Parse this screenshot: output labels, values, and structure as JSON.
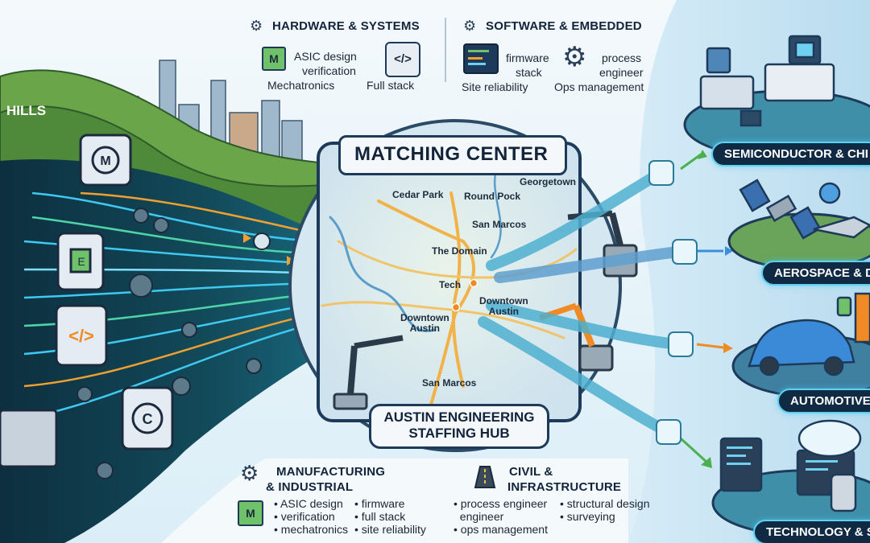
{
  "title": "",
  "left_panel": {
    "label": "HILLS"
  },
  "top_categories": [
    {
      "title": "HARDWARE & SYSTEMS",
      "items": [
        "ASIC design",
        "verification",
        "Mechatronics",
        "Full stack"
      ]
    },
    {
      "title": "SOFTWARE & EMBEDDED",
      "items": [
        "firmware",
        "stack",
        "Site reliability",
        "process",
        "engineer",
        "Ops management"
      ]
    }
  ],
  "center": {
    "title": "MATCHING CENTER",
    "map_labels": {
      "georgetown": "Georgetown",
      "cedar_park": "Cedar Park",
      "round_rock": "Round Pock",
      "san_marcos_north": "San Marcos",
      "the_domain": "The Domain",
      "tech": "Tech",
      "downtown_right_1": "Downtown",
      "downtown_right_2": "Austin",
      "downtown_left_1": "Downtown",
      "downtown_left_2": "Austin",
      "san_marcos_south": "San Marcos"
    },
    "hub_line1": "AUSTIN ENGINEERING",
    "hub_line2": "STAFFING HUB"
  },
  "sectors": [
    {
      "label": "SEMICONDUCTOR & CHI"
    },
    {
      "label": "AEROSPACE & D"
    },
    {
      "label": "AUTOMOTIVE"
    },
    {
      "label": "TECHNOLOGY & S"
    }
  ],
  "bottom_categories": [
    {
      "title_line1": "MANUFACTURING",
      "title_line2": "& INDUSTRIAL",
      "col1": [
        "• ASIC design",
        "• verification",
        "• mechatronics"
      ],
      "col2": [
        "• firmware",
        "• full stack",
        "• site reliability"
      ]
    },
    {
      "title_line1": "CIVIL &",
      "title_line2": "INFRASTRUCTURE",
      "col1": [
        "• process engineer",
        "  engineer",
        "• ops management"
      ],
      "col2": [
        "• structural design",
        "• surveying"
      ]
    }
  ],
  "icons": {
    "gear": "gear-icon",
    "chip": "chip-icon",
    "code": "code-icon",
    "wrench": "wrench-gear-icon",
    "road": "road-icon",
    "robot_arm": "robot-arm-icon",
    "satellite": "satellite-icon",
    "car": "car-icon",
    "cloud": "cloud-icon",
    "server": "server-icon"
  },
  "colors": {
    "navy": "#12233a",
    "cyan": "#3fc8f0",
    "green": "#4caf50",
    "orange": "#f08a24",
    "hill_green": "#5c9a3c"
  }
}
